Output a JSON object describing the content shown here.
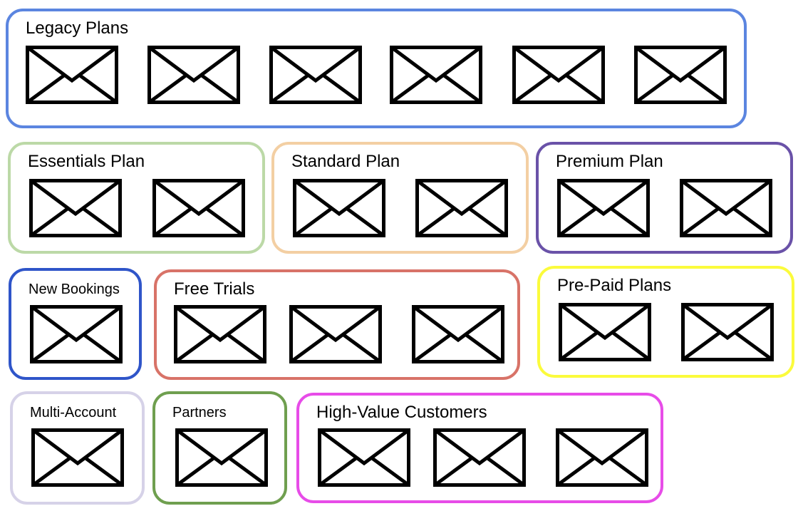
{
  "groups": [
    {
      "id": "legacy",
      "label": "Legacy Plans",
      "color": "#5b85e0",
      "envelopes": 6,
      "icon": "envelope-icon"
    },
    {
      "id": "essentials",
      "label": "Essentials Plan",
      "color": "#bcd9a7",
      "envelopes": 2,
      "icon": "envelope-icon"
    },
    {
      "id": "standard",
      "label": "Standard Plan",
      "color": "#f3cfa3",
      "envelopes": 2,
      "icon": "envelope-icon"
    },
    {
      "id": "premium",
      "label": "Premium Plan",
      "color": "#6a52a8",
      "envelopes": 2,
      "icon": "envelope-icon"
    },
    {
      "id": "new-bookings",
      "label": "New Bookings",
      "color": "#2f55c9",
      "envelopes": 1,
      "icon": "envelope-icon"
    },
    {
      "id": "free-trials",
      "label": "Free Trials",
      "color": "#d87368",
      "envelopes": 3,
      "icon": "envelope-icon"
    },
    {
      "id": "pre-paid",
      "label": "Pre-Paid Plans",
      "color": "#fbfb3c",
      "envelopes": 2,
      "icon": "envelope-icon"
    },
    {
      "id": "multi-account",
      "label": "Multi-Account",
      "color": "#d6d2e8",
      "envelopes": 1,
      "icon": "envelope-icon"
    },
    {
      "id": "partners",
      "label": "Partners",
      "color": "#6f9f4f",
      "envelopes": 1,
      "icon": "envelope-icon"
    },
    {
      "id": "high-value",
      "label": "High-Value Customers",
      "color": "#e74ce8",
      "envelopes": 3,
      "icon": "envelope-icon"
    }
  ]
}
